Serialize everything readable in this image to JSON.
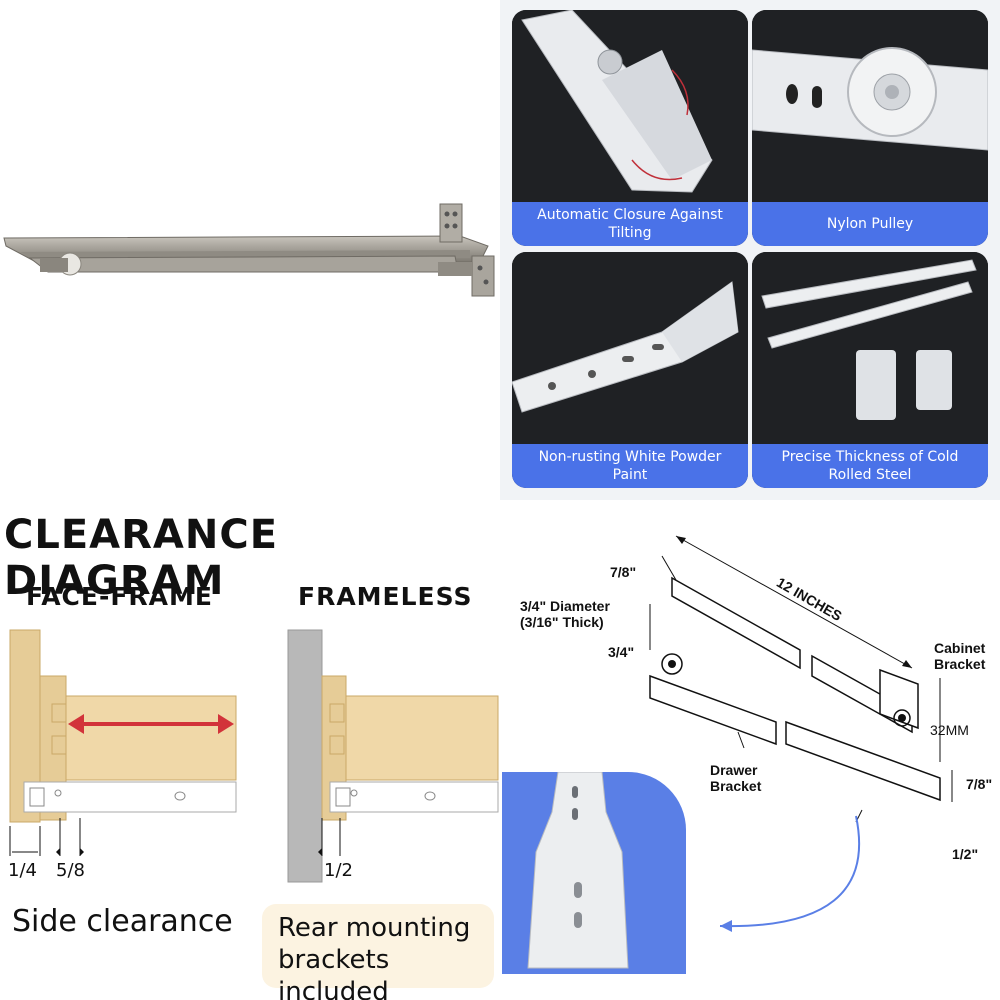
{
  "feature_tiles": [
    {
      "caption_lines": [
        "Automatic Closure Against",
        "Tilting"
      ]
    },
    {
      "caption_lines": [
        "Nylon Pulley"
      ]
    },
    {
      "caption_lines": [
        "Non-rusting White Powder",
        "Paint"
      ]
    },
    {
      "caption_lines": [
        "Precise Thickness of Cold",
        "Rolled Steel"
      ]
    }
  ],
  "clearance": {
    "title": "CLEARANCE DIAGRAM",
    "face_frame_label": "FACE-FRAME",
    "frameless_label": "FRAMELESS",
    "dim_quarter": "1/4",
    "dim_five_eighths": "5/8",
    "dim_half": "1/2",
    "side_clearance": "Side clearance",
    "rear_mounting_lines": [
      "Rear mounting",
      "brackets included"
    ]
  },
  "drawing": {
    "dim_seven_eighths_top": "7/8\"",
    "diameter_lines": [
      "3/4\" Diameter",
      "(3/16\" Thick)"
    ],
    "dim_three_quarters": "3/4\"",
    "length": "12 INCHES",
    "cabinet_bracket_lines": [
      "Cabinet",
      "Bracket"
    ],
    "dim_32mm": "32MM",
    "drawer_bracket_lines": [
      "Drawer",
      "Bracket"
    ],
    "dim_seven_eighths_bottom": "7/8\"",
    "dim_half": "1/2\""
  },
  "colors": {
    "caption_blue": "#4a72e8",
    "tile_dark": "#1e2023",
    "wood": "#e6cc97",
    "arrow_red": "#d2333a",
    "inset_blue": "#5a7fe6",
    "rear_box_bg": "#fcf3e1"
  }
}
